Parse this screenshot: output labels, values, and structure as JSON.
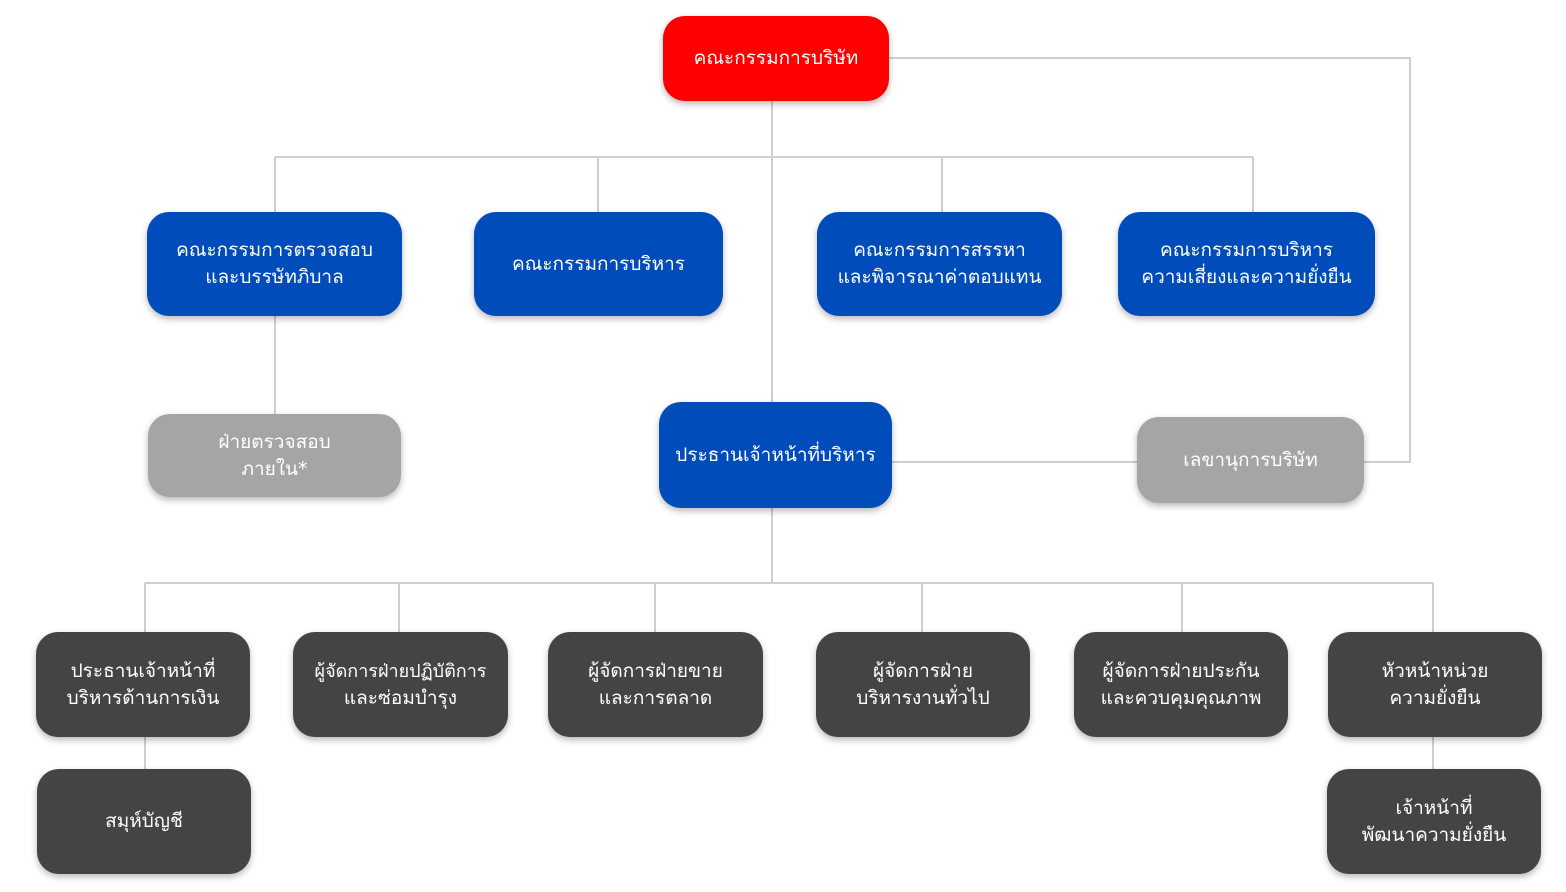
{
  "colors": {
    "board": "#ff0000",
    "committee": "#004cbb",
    "support": "#a5a5a5",
    "management": "#444444",
    "connector": "#cfcfcf"
  },
  "board": {
    "label": "คณะกรรมการบริษัท"
  },
  "committees": {
    "audit": {
      "line1": "คณะกรรมการตรวจสอบ",
      "line2": "และบรรษัทภิบาล"
    },
    "executive": {
      "line1": "คณะกรรมการบริหาร"
    },
    "nomination": {
      "line1": "คณะกรรมการสรรหา",
      "line2": "และพิจารณาค่าตอบแทน"
    },
    "risk": {
      "line1": "คณะกรรมการบริหาร",
      "line2": "ความเสี่ยงและความยั่งยืน"
    }
  },
  "internal_audit": {
    "line1": "ฝ่ายตรวจสอบ",
    "line2": "ภายใน*"
  },
  "ceo": {
    "label": "ประธานเจ้าหน้าที่บริหาร"
  },
  "secretary": {
    "label": "เลขานุการบริษัท"
  },
  "departments": {
    "cfo": {
      "line1": "ประธานเจ้าหน้าที่",
      "line2": "บริหารด้านการเงิน"
    },
    "operations": {
      "line1": "ผู้จัดการฝ่ายปฏิบัติการ",
      "line2": "และซ่อมบำรุง"
    },
    "sales": {
      "line1": "ผู้จัดการฝ่ายขาย",
      "line2": "และการตลาด"
    },
    "admin": {
      "line1": "ผู้จัดการฝ่าย",
      "line2": "บริหารงานทั่วไป"
    },
    "quality": {
      "line1": "ผู้จัดการฝ่ายประกัน",
      "line2": "และควบคุมคุณภาพ"
    },
    "sustainability": {
      "line1": "หัวหน้าหน่วย",
      "line2": "ความยั่งยืน"
    }
  },
  "accounting": {
    "label": "สมุห์บัญชี"
  },
  "sustainability_officer": {
    "line1": "เจ้าหน้าที่",
    "line2": "พัฒนาความยั่งยืน"
  }
}
